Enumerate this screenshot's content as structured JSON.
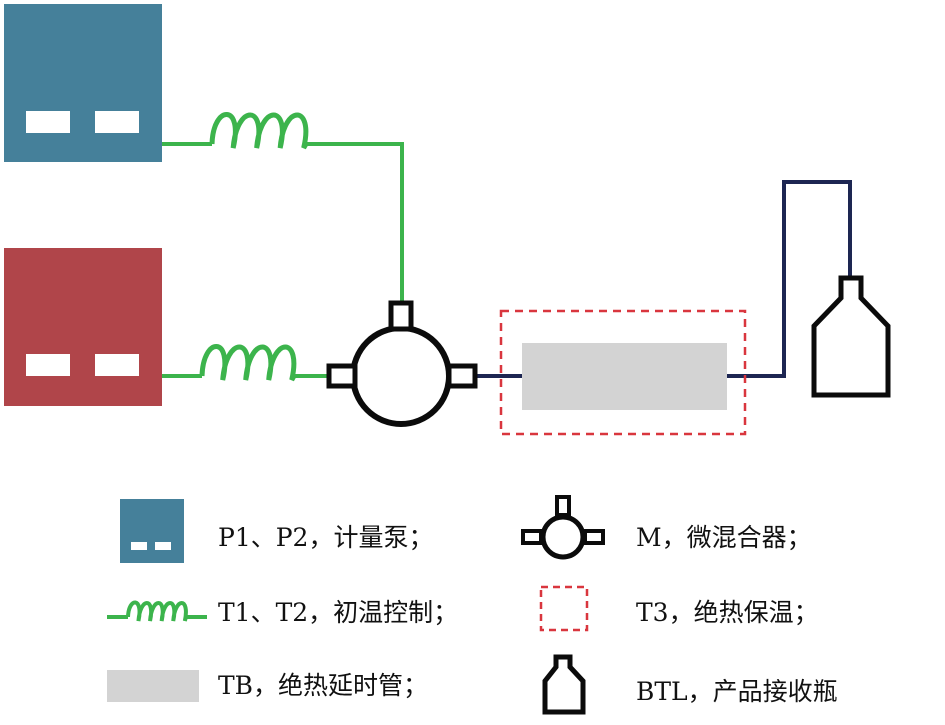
{
  "colors": {
    "pump_p1": "#45809a",
    "pump_p2": "#b0454a",
    "coil_line": "#3cb44c",
    "outlet_line": "#1d2652",
    "adiabatic_tube": "#d3d3d3",
    "insulation_box": "#d9363e",
    "outline": "#0b0b0b"
  },
  "icons": {
    "pump": "metering-pump-icon",
    "coil": "coil-icon",
    "mixer": "micromixer-icon",
    "insulation": "dashed-box-icon",
    "tube": "gray-bar-icon",
    "bottle": "bottle-icon"
  },
  "legend": {
    "pump": "P1、P2，计量泵；",
    "coil": "T1、T2，初温控制；",
    "tube": "TB，绝热延时管；",
    "mixer": "M，微混合器；",
    "insulation": "T3，绝热保温；",
    "bottle": "BTL，产品接收瓶"
  }
}
